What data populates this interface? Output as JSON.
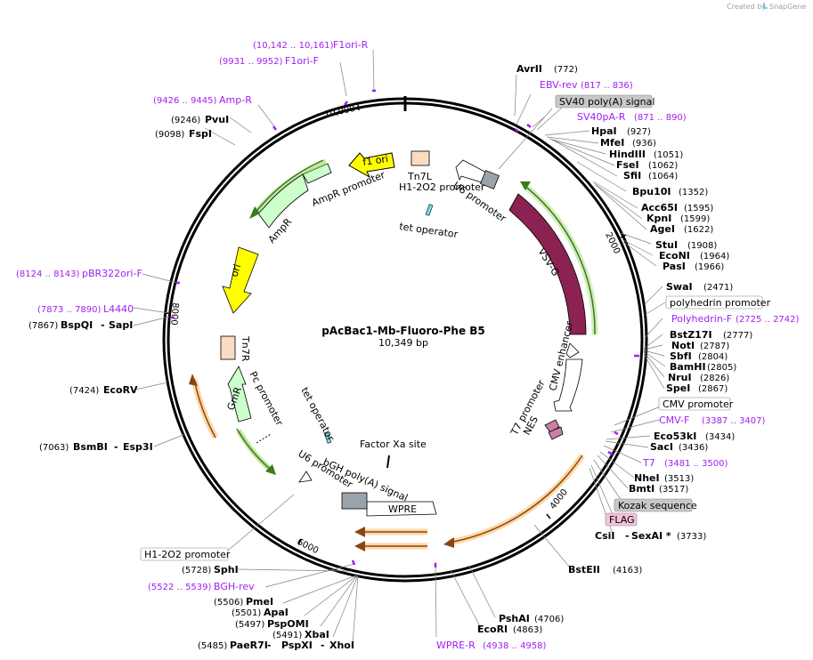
{
  "credit": {
    "text": "Created by",
    "brand": "SnapGene"
  },
  "plasmid": {
    "name": "pAcBac1-Mb-Fluoro-Phe B5",
    "length": "10,349 bp",
    "total_bp": 10349
  },
  "ticks": [
    "10,000",
    "2000",
    "4000",
    "6000",
    "8000"
  ],
  "colors": {
    "backbone": "#000000",
    "vsvg": "#8b2252",
    "ori": "#ffff00",
    "ampr": "#ccffcc",
    "primer": "#a020f0",
    "orange_feature": "#ff8c00",
    "gray_box": "#c8c8c8",
    "pink_box": "#f4c2d8"
  },
  "sites": [
    {
      "name": "AvrII",
      "pos": "(772)"
    },
    {
      "name": "HpaI",
      "pos": "(927)"
    },
    {
      "name": "MfeI",
      "pos": "(936)"
    },
    {
      "name": "HindIII",
      "pos": "(1051)"
    },
    {
      "name": "FseI",
      "pos": "(1062)"
    },
    {
      "name": "SfiI",
      "pos": "(1064)"
    },
    {
      "name": "Bpu10I",
      "pos": "(1352)"
    },
    {
      "name": "Acc65I",
      "pos": "(1595)"
    },
    {
      "name": "KpnI",
      "pos": "(1599)"
    },
    {
      "name": "AgeI",
      "pos": "(1622)"
    },
    {
      "name": "StuI",
      "pos": "(1908)"
    },
    {
      "name": "EcoNI",
      "pos": "(1964)"
    },
    {
      "name": "PasI",
      "pos": "(1966)"
    },
    {
      "name": "SwaI",
      "pos": "(2471)"
    },
    {
      "name": "BstZ17I",
      "pos": "(2777)"
    },
    {
      "name": "NotI",
      "pos": "(2787)"
    },
    {
      "name": "SbfI",
      "pos": "(2804)"
    },
    {
      "name": "BamHI",
      "pos": "(2805)"
    },
    {
      "name": "NruI",
      "pos": "(2826)"
    },
    {
      "name": "SpeI",
      "pos": "(2867)"
    },
    {
      "name": "Eco53kI",
      "pos": "(3434)"
    },
    {
      "name": "SacI",
      "pos": "(3436)"
    },
    {
      "name": "NheI",
      "pos": "(3513)"
    },
    {
      "name": "BmtI",
      "pos": "(3517)"
    },
    {
      "name": "CsiI",
      "name2": "SexAI *",
      "pos": "(3733)"
    },
    {
      "name": "BstEII",
      "pos": "(4163)"
    },
    {
      "name": "PshAI",
      "pos": "(4706)"
    },
    {
      "name": "EcoRI",
      "pos": "(4863)"
    },
    {
      "name": "XhoI",
      "pos": ""
    },
    {
      "name": "PaeR7I",
      "name2": "PspXI",
      "pos": "(5485)"
    },
    {
      "name": "XbaI",
      "pos": "(5491)"
    },
    {
      "name": "PspOMI",
      "pos": "(5497)"
    },
    {
      "name": "ApaI",
      "pos": "(5501)"
    },
    {
      "name": "PmeI",
      "pos": "(5506)"
    },
    {
      "name": "SphI",
      "pos": "(5728)"
    },
    {
      "name": "BsmBI",
      "name2": "Esp3I",
      "pos": "(7063)"
    },
    {
      "name": "EcoRV",
      "pos": "(7424)"
    },
    {
      "name": "BspQI",
      "name2": "SapI",
      "pos": "(7867)"
    },
    {
      "name": "FspI",
      "pos": "(9098)"
    },
    {
      "name": "PvuI",
      "pos": "(9246)"
    }
  ],
  "primers": [
    {
      "name": "EBV-rev",
      "range": "(817 .. 836)"
    },
    {
      "name": "SV40pA-R",
      "range": "(871 .. 890)"
    },
    {
      "name": "Polyhedrin-F",
      "range": "(2725 .. 2742)"
    },
    {
      "name": "CMV-F",
      "range": "(3387 .. 3407)"
    },
    {
      "name": "T7",
      "range": "(3481 .. 3500)"
    },
    {
      "name": "WPRE-R",
      "range": "(4938 .. 4958)"
    },
    {
      "name": "BGH-rev",
      "range": "(5522 .. 5539)"
    },
    {
      "name": "L4440",
      "range": "(7873 .. 7890)"
    },
    {
      "name": "pBR322ori-F",
      "range": "(8124 .. 8143)"
    },
    {
      "name": "Amp-R",
      "range": "(9426 .. 9445)"
    },
    {
      "name": "F1ori-F",
      "range": "(9931 .. 9952)"
    },
    {
      "name": "F1ori-R",
      "range": "(10,142 .. 10,161)"
    }
  ],
  "boxed_features": {
    "sv40": "SV40 poly(A) signal",
    "polyhedrin": "polyhedrin promoter",
    "cmv_promoter": "CMV promoter",
    "kozak": "Kozak sequence",
    "flag": "FLAG",
    "h1": "H1-2O2 promoter"
  },
  "features": {
    "f1ori": "f1 ori",
    "ampr_promoter": "AmpR promoter",
    "ampr": "AmpR",
    "ori": "ori",
    "tn7r": "Tn7R",
    "pc_promoter": "Pc promoter",
    "gmr": "GmR",
    "tet_operator_top": "tet operator",
    "tn7l": "Tn7L",
    "h1_202_promoter": "H1-2O2 promoter",
    "u6_promoter_top": "U6 promoter",
    "vsvg": "VSV-G",
    "cmv_enhancer": "CMV enhancer",
    "t7_promoter": "T7 promoter",
    "nes": "NES",
    "tet_operator_bottom": "tet operator",
    "factor_xa": "Factor Xa site",
    "bgh": "bGH poly(A) signal",
    "u6_promoter_bottom": "U6 promoter",
    "wpre": "WPRE"
  }
}
